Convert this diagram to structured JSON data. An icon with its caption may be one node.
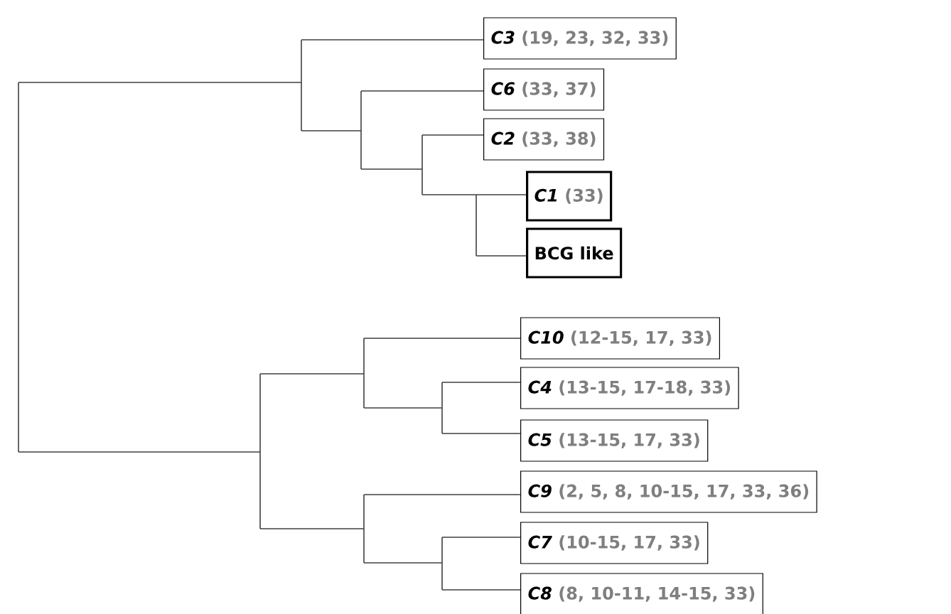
{
  "diagram": {
    "nodes": [
      {
        "text": [
          "C3",
          "(19, 23, 32, 33)"
        ]
      },
      {
        "text": [
          "C6",
          "(33, 37)"
        ]
      },
      {
        "text": [
          "C2",
          "(33, 38)"
        ]
      },
      {
        "text": [
          "C1",
          "(33)"
        ]
      },
      {
        "text": [
          "BCG like"
        ]
      },
      {
        "text": [
          "C10",
          "(12-15, 17, 33)"
        ]
      },
      {
        "text": [
          "C4",
          "(13-15, 17-18, 33)"
        ]
      },
      {
        "text": [
          "C5",
          "(13-15, 17, 33)"
        ]
      },
      {
        "text": [
          "C9",
          "(2, 5, 8, 10-15, 17, 33, 36)"
        ]
      },
      {
        "text": [
          "C7",
          "(10-15, 17, 33)"
        ]
      },
      {
        "text": [
          "C8",
          "(8, 10-11, 14-15, 33)"
        ]
      }
    ]
  }
}
